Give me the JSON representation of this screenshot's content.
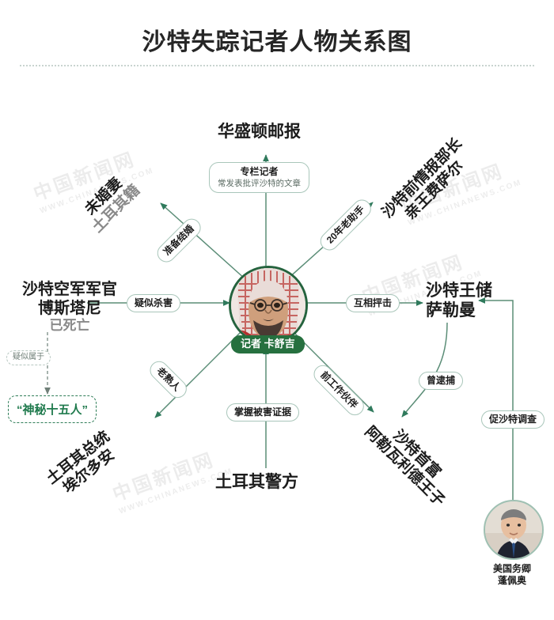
{
  "header": {
    "title": "沙特失踪记者人物关系图"
  },
  "center": {
    "badge": "记者 卡舒吉",
    "portrait_alt": "khashoggi-portrait"
  },
  "nodes": {
    "washington_post": {
      "line1": "华盛顿邮报",
      "line2": ""
    },
    "fiancee": {
      "line1": "未婚妻",
      "line2": "土耳其籍"
    },
    "saudi_intel": {
      "line1": "沙特前情报部长",
      "line2": "亲王费萨尔"
    },
    "air_force": {
      "line1": "沙特空军军官",
      "line2": "博斯塔尼",
      "line3": "已死亡"
    },
    "mystery_15": {
      "line1": "“神秘十五人”"
    },
    "crown_prince": {
      "line1": "沙特王储",
      "line2": "萨勒曼"
    },
    "erdogan": {
      "line1": "土耳其总统",
      "line2": "埃尔多安"
    },
    "turkish_police": {
      "line1": "土耳其警方",
      "line2": ""
    },
    "richest": {
      "line1": "沙特首富",
      "line2": "阿勒瓦利德王子"
    },
    "pompeo": {
      "line1": "美国务卿",
      "line2": "蓬佩奥"
    }
  },
  "edges": {
    "columnist": {
      "title": "专栏记者",
      "sub": "常发表批评沙特的文章"
    },
    "old_assistant": {
      "title": "20年老助手"
    },
    "about_to_marry": {
      "title": "准备结婚"
    },
    "suspected_kill": {
      "title": "疑似杀害"
    },
    "suspected_member": {
      "title": "疑似属于"
    },
    "mutual_attack": {
      "title": "互相抨击"
    },
    "old_acquaintance": {
      "title": "老熟人"
    },
    "evidence": {
      "title": "掌握被害证据"
    },
    "ex_colleague": {
      "title": "前工作伙伴"
    },
    "once_arrested": {
      "title": "曾逮捕"
    },
    "urge_probe": {
      "title": "促沙特调查"
    }
  },
  "watermark": {
    "cn": "中国新闻网",
    "en": "WWW.CHINANEWS.COM"
  },
  "colors": {
    "accent_green": "#26703f",
    "line_green": "#4f8c73",
    "pill_border": "#a9c6ba",
    "text_dark": "#1c1c1c",
    "text_muted": "#8a8a8a"
  },
  "chart_data": {
    "type": "diagram",
    "title": "沙特失踪记者人物关系图",
    "center_node": "记者 卡舒吉",
    "relations": [
      {
        "from": "记者 卡舒吉",
        "to": "华盛顿邮报",
        "label": "专栏记者 / 常发表批评沙特的文章",
        "direction": "to"
      },
      {
        "from": "记者 卡舒吉",
        "to": "沙特前情报部长 亲王费萨尔",
        "label": "20年老助手",
        "direction": "to"
      },
      {
        "from": "记者 卡舒吉",
        "to": "未婚妻 土耳其籍",
        "label": "准备结婚",
        "direction": "both"
      },
      {
        "from": "沙特空军军官 博斯塔尼",
        "to": "记者 卡舒吉",
        "label": "疑似杀害",
        "direction": "to"
      },
      {
        "from": "沙特空军军官 博斯塔尼",
        "to": "“神秘十五人”",
        "label": "疑似属于",
        "direction": "to",
        "style": "dashed"
      },
      {
        "from": "记者 卡舒吉",
        "to": "沙特王储 萨勒曼",
        "label": "互相抨击",
        "direction": "to"
      },
      {
        "from": "记者 卡舒吉",
        "to": "土耳其总统 埃尔多安",
        "label": "老熟人",
        "direction": "to"
      },
      {
        "from": "土耳其警方",
        "to": "记者 卡舒吉",
        "label": "掌握被害证据",
        "direction": "to"
      },
      {
        "from": "记者 卡舒吉",
        "to": "沙特首富 阿勒瓦利德王子",
        "label": "前工作伙伴",
        "direction": "to"
      },
      {
        "from": "沙特王储 萨勒曼",
        "to": "沙特首富 阿勒瓦利德王子",
        "label": "曾逮捕",
        "direction": "to"
      },
      {
        "from": "美国务卿 蓬佩奥",
        "to": "沙特王储 萨勒曼",
        "label": "促沙特调查",
        "direction": "to"
      }
    ]
  }
}
